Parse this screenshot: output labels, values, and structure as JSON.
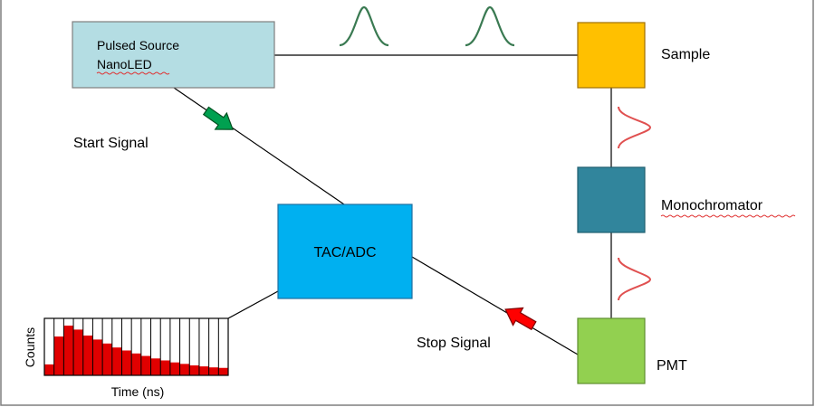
{
  "source": {
    "line1": "Pulsed Source",
    "line2": "NanoLED"
  },
  "sample": {
    "label": "Sample"
  },
  "monochromator": {
    "label": "Monochromator"
  },
  "pmt": {
    "label": "PMT"
  },
  "tac": {
    "label": "TAC/ADC"
  },
  "signals": {
    "start": "Start Signal",
    "stop": "Stop Signal"
  },
  "histogram": {
    "xlabel": "Time (ns)",
    "ylabel": "Counts",
    "bar_color": "#e00000",
    "counts": [
      0.22,
      0.78,
      1.0,
      0.92,
      0.8,
      0.72,
      0.64,
      0.56,
      0.5,
      0.44,
      0.39,
      0.34,
      0.3,
      0.26,
      0.23,
      0.2,
      0.18,
      0.16,
      0.15
    ]
  },
  "colors": {
    "source_fill": "#b4dde3",
    "sample_fill": "#ffc000",
    "monochromator_fill": "#31859c",
    "pmt_fill": "#92d050",
    "tac_fill": "#00b0f0",
    "excitation_pulse": "#3a7a52",
    "emission_pulse": "#e05050",
    "start_arrow": "#00a050",
    "stop_arrow": "#ff0000"
  }
}
